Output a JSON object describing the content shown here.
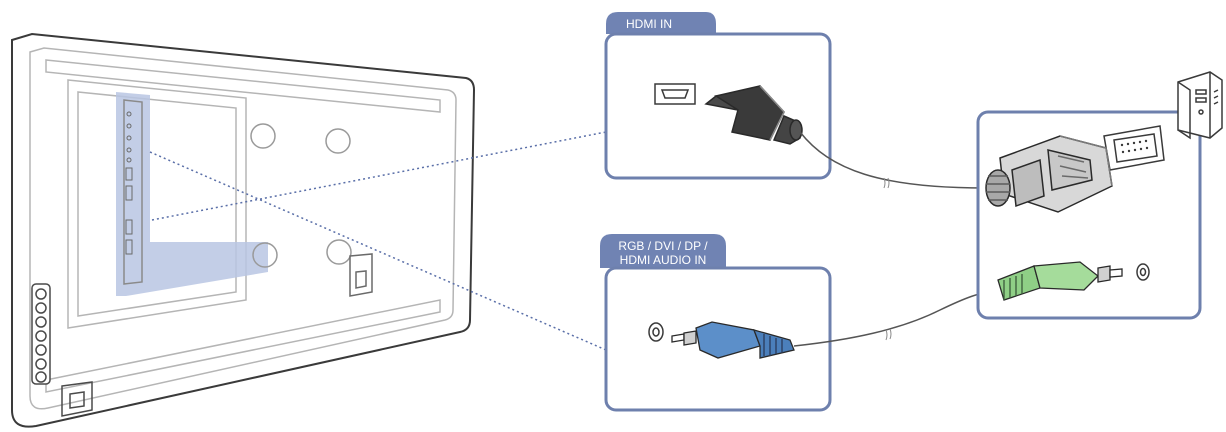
{
  "labels": {
    "hdmi_in": "HDMI IN",
    "audio_in_line1": "RGB / DVI / DP /",
    "audio_in_line2": "HDMI AUDIO IN"
  },
  "colors": {
    "panel_border": "#6e80ad",
    "tab_fill": "#7083b3",
    "highlight": "#b9c5e3",
    "dotted_line": "#5a6fa8",
    "audio_plug_blue": "#5c8fc9",
    "audio_plug_green": "#8fcf86",
    "outline": "#3a3a3a"
  },
  "icons": [
    "display-back-panel",
    "hdmi-port-icon",
    "hdmi-plug-icon",
    "dvi-plug-icon",
    "audio-jack-icon",
    "pc-tower-icon"
  ]
}
